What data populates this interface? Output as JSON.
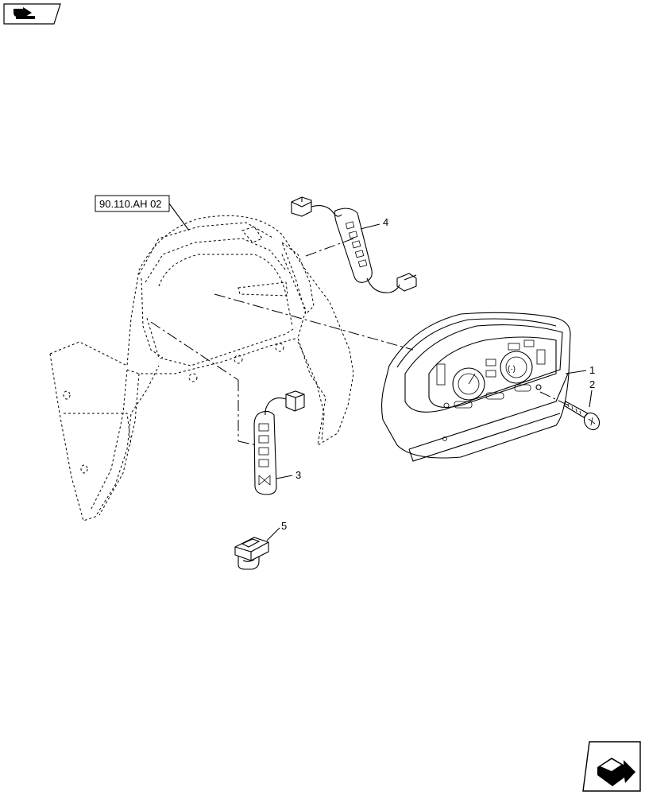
{
  "reference_box": {
    "label": "90.110.AH 02"
  },
  "callouts": [
    {
      "id": "1",
      "label": "1"
    },
    {
      "id": "2",
      "label": "2"
    },
    {
      "id": "3",
      "label": "3"
    },
    {
      "id": "4",
      "label": "4"
    },
    {
      "id": "5",
      "label": "5"
    }
  ],
  "icons": {
    "top_left": "page-back-arrow-icon",
    "bottom_right": "page-forward-arrow-icon"
  }
}
